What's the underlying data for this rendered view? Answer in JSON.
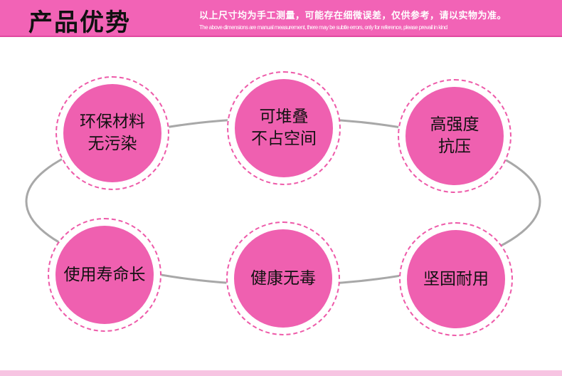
{
  "header": {
    "title": "产品优势",
    "note_cn": "以上尺寸均为手工测量，可能存在细微误差，仅供参考，请以实物为准。",
    "note_en": "The above dimensions are manual measurement, there may be subtle errors, only for reference, please prevail in kind"
  },
  "features": [
    {
      "label": "环保材料\n无污染"
    },
    {
      "label": "可堆叠\n不占空间"
    },
    {
      "label": "高强度\n抗压"
    },
    {
      "label": "使用寿命长"
    },
    {
      "label": "健康无毒"
    },
    {
      "label": "坚固耐用"
    }
  ],
  "colors": {
    "header_bg": "#f263b6",
    "circle_fill": "#ef60b0",
    "dash_border": "#ee5aa9",
    "ring_line": "#a8a8a8"
  }
}
